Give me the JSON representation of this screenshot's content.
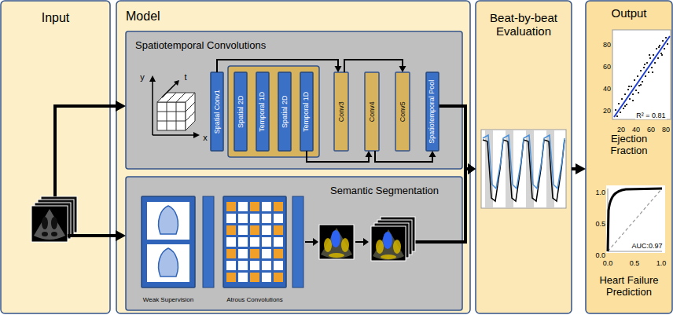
{
  "diagram": {
    "nodes": [
      {
        "text": [
          "Input"
        ]
      },
      {
        "text": [
          "Model"
        ]
      },
      {
        "text": [
          "Spatiotemporal Convolutions"
        ],
        "in": 1
      },
      {
        "text": [
          "Spatial Conv1"
        ],
        "in": 2
      },
      {
        "text": [
          "Spatial 2D"
        ],
        "in": 2
      },
      {
        "text": [
          "Temporal 1D"
        ],
        "in": 2
      },
      {
        "text": [
          "Spatial 2D"
        ],
        "in": 2
      },
      {
        "text": [
          "Temporal 1D"
        ],
        "in": 2
      },
      {
        "text": [
          "Conv3"
        ],
        "in": 2
      },
      {
        "text": [
          "Conv4"
        ],
        "in": 2
      },
      {
        "text": [
          "Conv5"
        ],
        "in": 2
      },
      {
        "text": [
          "Spatiotemporal Pool"
        ],
        "in": 2
      },
      {
        "text": [
          "Semantic Segmentation"
        ],
        "in": 1
      },
      {
        "text": [
          "Weak Supervision"
        ],
        "in": 12
      },
      {
        "text": [
          "Atrous Convolutions"
        ],
        "in": 12
      },
      {
        "text": [
          "Beat-by-beat Evaluation"
        ]
      },
      {
        "text": [
          "Output",
          "Ejection Fraction",
          "Heart Failure Prediction"
        ]
      }
    ],
    "edges": [
      {
        "from": 0,
        "to": 2,
        "arrow": "to"
      },
      {
        "from": 0,
        "to": 12,
        "arrow": "to"
      },
      {
        "from": 3,
        "to": 8,
        "arrow": "to"
      },
      {
        "from": 7,
        "to": 9,
        "arrow": "to"
      },
      {
        "from": 8,
        "to": 10,
        "arrow": "to"
      },
      {
        "from": 9,
        "to": 11,
        "arrow": "to"
      },
      {
        "from": 2,
        "to": 15,
        "arrow": "to"
      },
      {
        "from": 12,
        "to": 15,
        "arrow": "to"
      },
      {
        "from": 15,
        "to": 16,
        "arrow": "to"
      }
    ],
    "labels": [
      "y",
      "t",
      "x",
      "80",
      "60",
      "40",
      "20",
      "20",
      "40",
      "60",
      "80",
      "R² = 0.81",
      "1.0",
      "0.5",
      "0.0",
      "0.0",
      "0.5",
      "1.0",
      "AUC:0.97"
    ]
  }
}
